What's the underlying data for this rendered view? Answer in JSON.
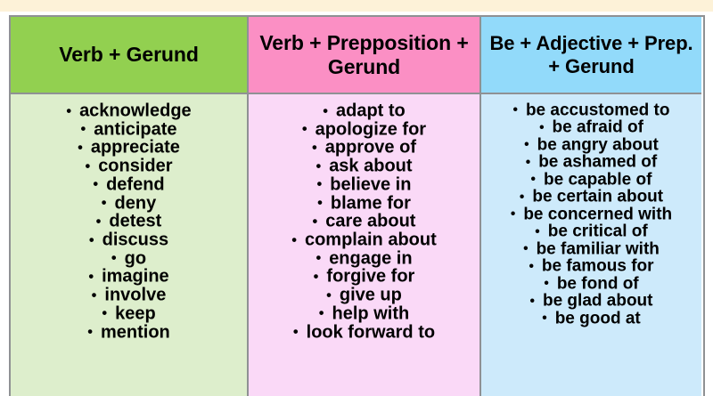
{
  "banner": {
    "color": "#fdf2d8"
  },
  "table": {
    "border_color": "#8f9194",
    "columns": [
      {
        "id": "verb-gerund",
        "header": "Verb + Gerund",
        "header_color": "#92d050",
        "body_color": "#ddeecc",
        "bullet": "•",
        "items": [
          "acknowledge",
          "anticipate",
          "appreciate",
          "consider",
          "defend",
          "deny",
          "detest",
          "discuss",
          "go",
          "imagine",
          "involve",
          "keep",
          "mention"
        ]
      },
      {
        "id": "verb-preposition-gerund",
        "header": "Verb + Prepposition + Gerund",
        "header_color": "#fb8fc4",
        "body_color": "#fad9f7",
        "bullet": "•",
        "items": [
          "adapt to",
          "apologize for",
          "approve of",
          "ask about",
          "believe in",
          "blame for",
          "care about",
          "complain about",
          "engage in",
          "forgive for",
          "give up",
          "help with",
          "look forward to"
        ]
      },
      {
        "id": "be-adjective-preposition-gerund",
        "header": "Be + Adjective + Prep. + Gerund",
        "header_color": "#92dafa",
        "body_color": "#cdeafb",
        "bullet": "•",
        "items": [
          "be accustomed to",
          "be afraid of",
          "be angry about",
          "be ashamed of",
          "be capable of",
          "be certain about",
          "be concerned with",
          "be critical of",
          "be familiar with",
          "be famous for",
          "be fond of",
          "be glad about",
          "be good at"
        ]
      }
    ]
  }
}
